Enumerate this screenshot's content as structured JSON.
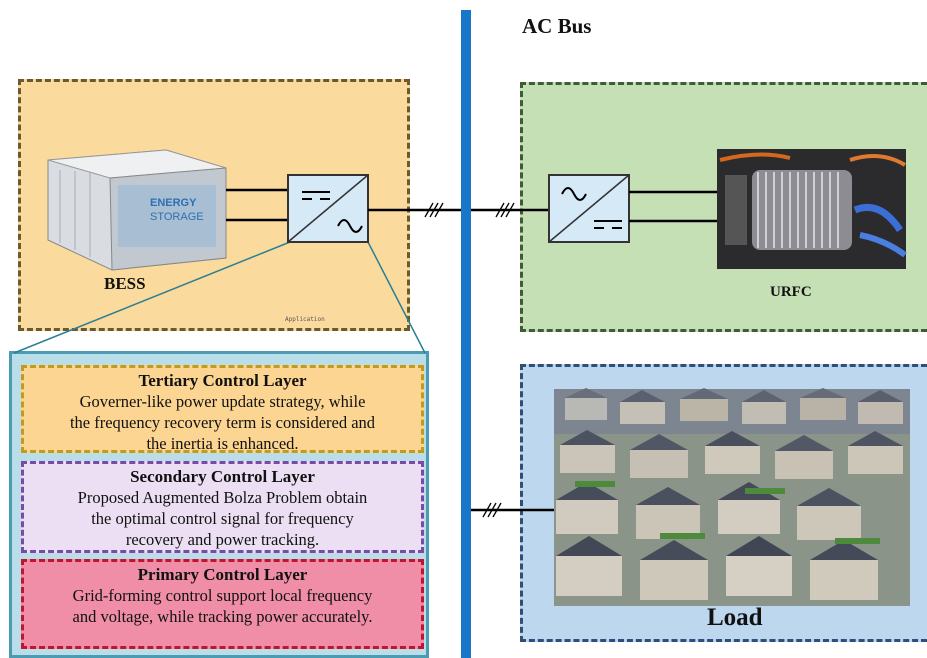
{
  "bus": {
    "label": "AC Bus"
  },
  "bess": {
    "label": "BESS",
    "note": "Application",
    "storage_text": [
      "ENERGY",
      "STORAGE"
    ]
  },
  "urfc": {
    "label": "URFC"
  },
  "load": {
    "label": "Load"
  },
  "layers": {
    "tertiary": {
      "title": "Tertiary Control Layer",
      "lines": [
        "Governer-like power update strategy, while",
        "the frequency recovery term is considered and",
        "the inertia is enhanced."
      ]
    },
    "secondary": {
      "title": "Secondary Control Layer",
      "lines": [
        "Proposed Augmented Bolza Problem obtain",
        "the optimal control signal for frequency",
        "recovery and power tracking."
      ]
    },
    "primary": {
      "title": "Primary Control Layer",
      "lines": [
        "Grid-forming control support local frequency",
        "and voltage, while tracking power accurately."
      ]
    }
  },
  "colors": {
    "bus": "#1976c8",
    "bess_bg": "#fbdb9d",
    "urfc_bg": "#c5e0b4",
    "load_bg": "#bdd7ee",
    "control_bg": "#b9dde9",
    "tertiary": "#fbd591",
    "secondary": "#ecdff3",
    "primary": "#ef8ea6"
  },
  "icons": [
    "dc-ac-converter-icon",
    "ac-dc-converter-icon",
    "battery-container-icon",
    "fuel-cell-icon",
    "houses-photo"
  ]
}
